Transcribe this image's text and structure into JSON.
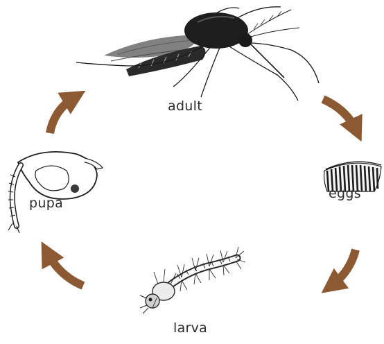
{
  "stages": {
    "adult": {
      "label": "adult",
      "icon": "mosquito-adult-icon"
    },
    "eggs": {
      "label": "eggs",
      "icon": "egg-raft-icon"
    },
    "larva": {
      "label": "larva",
      "icon": "mosquito-larva-icon"
    },
    "pupa": {
      "label": "pupa",
      "icon": "mosquito-pupa-icon"
    }
  },
  "colors": {
    "arrow": "#8b5a33",
    "ink": "#1c1c1c",
    "label": "#2b2b2b",
    "background": "#ffffff"
  }
}
